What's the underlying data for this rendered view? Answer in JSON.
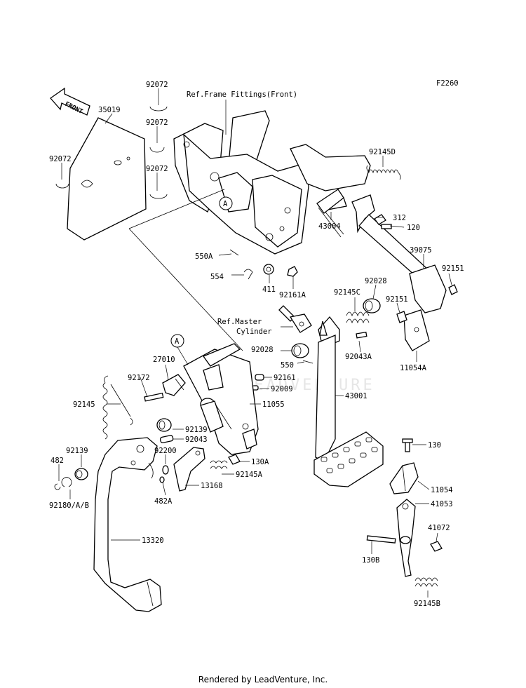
{
  "diagram_code": "F2260",
  "footer": "Rendered by LeadVenture, Inc.",
  "watermark": "LEADVENTURE",
  "front_arrow": "FRONT",
  "references": {
    "frame": "Ref.Frame Fittings(Front)",
    "master_line1": "Ref.Master",
    "master_line2": "Cylinder"
  },
  "callout": "A",
  "parts": {
    "p92072_a": "92072",
    "p35019": "35019",
    "p92072_b": "92072",
    "p92072_c": "92072",
    "p92072_d": "92072",
    "p92145D": "92145D",
    "p312": "312",
    "p120": "120",
    "p43004": "43004",
    "p550A": "550A",
    "p554": "554",
    "p411": "411",
    "p92161A": "92161A",
    "p39075": "39075",
    "p92151_a": "92151",
    "p92151_b": "92151",
    "p92028_a": "92028",
    "p92145C": "92145C",
    "p92028_b": "92028",
    "p92043A": "92043A",
    "p11054A": "11054A",
    "p550": "550",
    "p27010": "27010",
    "p92161": "92161",
    "p92172": "92172",
    "p92009": "92009",
    "p92145": "92145",
    "p11055": "11055",
    "p43001": "43001",
    "p92139_a": "92139",
    "p92043": "92043",
    "p92139_b": "92139",
    "p92200": "92200",
    "p130A": "130A",
    "p482": "482",
    "p92145A": "92145A",
    "p13168": "13168",
    "p92180": "92180/A/B",
    "p482A": "482A",
    "p130": "130",
    "p11054": "11054",
    "p41053": "41053",
    "p41072": "41072",
    "p130B": "130B",
    "p13320": "13320",
    "p92145B": "92145B"
  }
}
